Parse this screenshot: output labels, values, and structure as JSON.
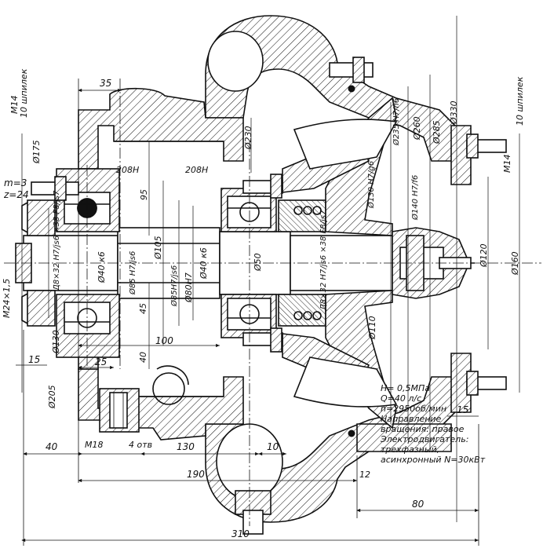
{
  "dims": {
    "d35": "35",
    "m14_left": "M14",
    "studs_left": "10 шпилек",
    "d175": "Ø175",
    "m3": "m=3",
    "z24": "z=24",
    "m24": "M24×1,5",
    "bearing1": "208Н",
    "bearing2": "208Н",
    "d230": "Ø230",
    "d95": "95",
    "d105": "Ø105",
    "d85h7": "Ø85 H7/js6",
    "d85h7b": "Ø85H7/js6",
    "d80h7": "Ø80H7",
    "d40k6a": "Ø40 к6",
    "d40k6b": "Ø40 к6",
    "d50": "Ø50",
    "spline1": "Д8×32 H7/js6 ×38 F8/js7",
    "spline2": "Д8×32 H7/js6 ×38 F8/js7",
    "d130h7": "Ø130 H7/g6",
    "d140h7": "Ø140 H7/f6",
    "d235": "Ø235 H7/n6",
    "d260": "Ø260",
    "d285": "Ø285",
    "d330": "Ø330",
    "m14_right": "M14",
    "studs_right": "10 шпилек",
    "d120": "Ø120",
    "d160": "Ø160",
    "d110": "Ø110",
    "d45": "45",
    "d100": "100",
    "d40v": "40",
    "d15l": "15",
    "d25": "25",
    "d130l": "Ø130",
    "d205": "Ø205",
    "d40": "40",
    "m18": "М18",
    "holes": "4 отв",
    "d130": "130",
    "d10": "10",
    "d190": "190",
    "d12": "12",
    "d80": "80",
    "d310": "310",
    "d15r": "15"
  },
  "specs": [
    "Н= 0,5МПа",
    "Q=40 л/с",
    "n=2950об/мин",
    "Направление",
    "вращения: правое",
    "Электродвигатель:",
    "трехфазный,",
    "асинхронный  N=30кВт"
  ]
}
